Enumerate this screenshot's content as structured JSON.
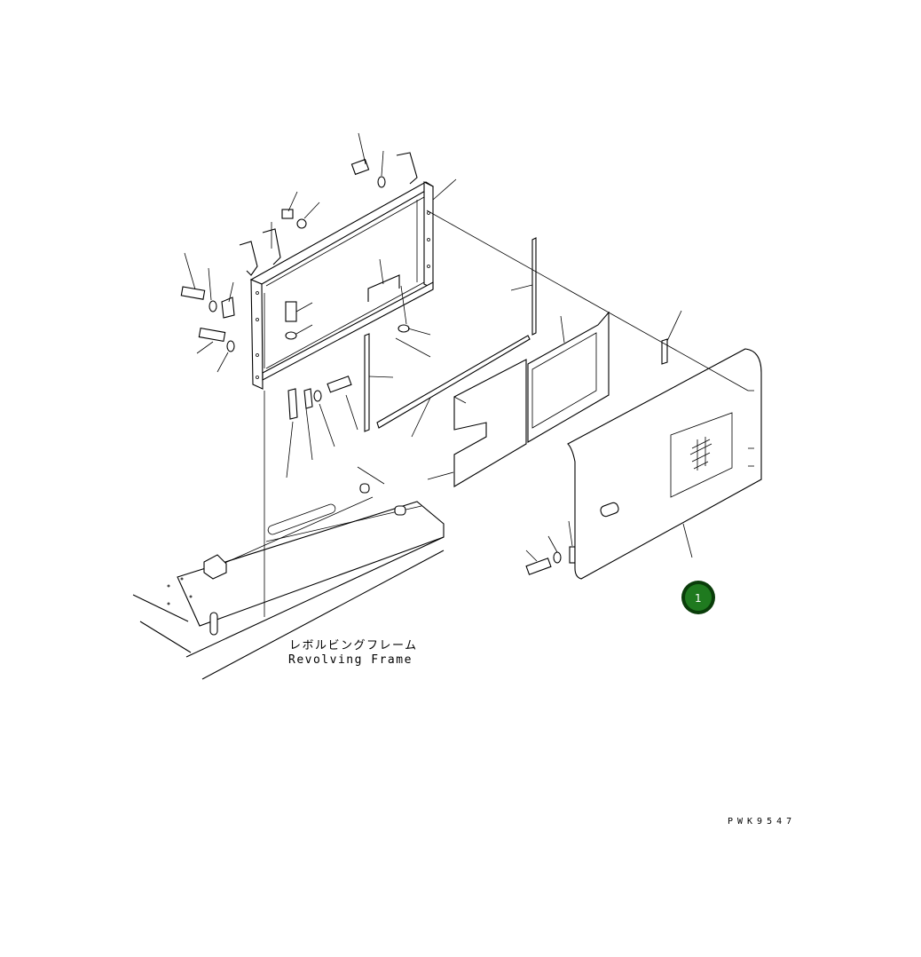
{
  "labels": {
    "frame_jp": "レボルビングフレーム",
    "frame_en": "Revolving Frame",
    "drawing_code": "PWK9547"
  },
  "callouts": [
    {
      "number": "1",
      "color": "#1f7a1f"
    }
  ],
  "colors": {
    "lines": "#000000",
    "background": "#ffffff",
    "callout_fill": "#1f7a1f",
    "callout_ring": "#0a3d0a"
  }
}
